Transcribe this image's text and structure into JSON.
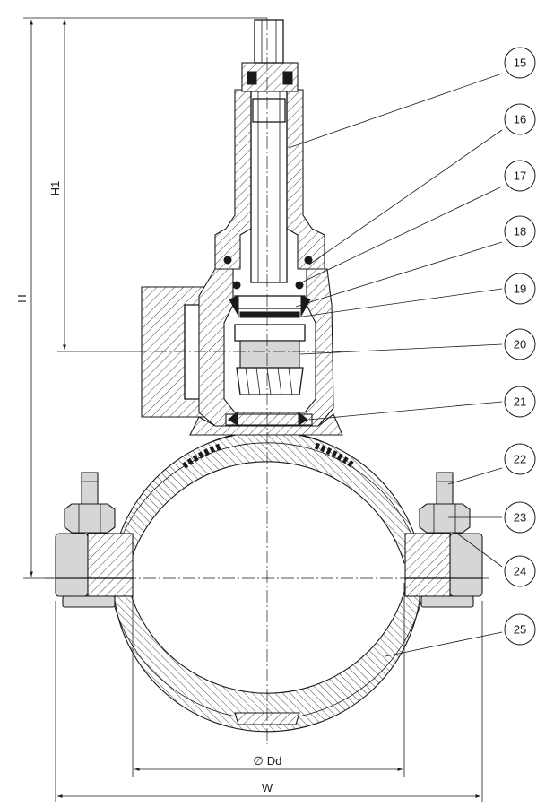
{
  "dimensions": {
    "H": "H",
    "H1": "H1",
    "Dd": "Dd",
    "W": "W",
    "diameter_symbol": "∅"
  },
  "callouts": [
    "15",
    "16",
    "17",
    "18",
    "19",
    "20",
    "21",
    "22",
    "23",
    "24",
    "25"
  ]
}
